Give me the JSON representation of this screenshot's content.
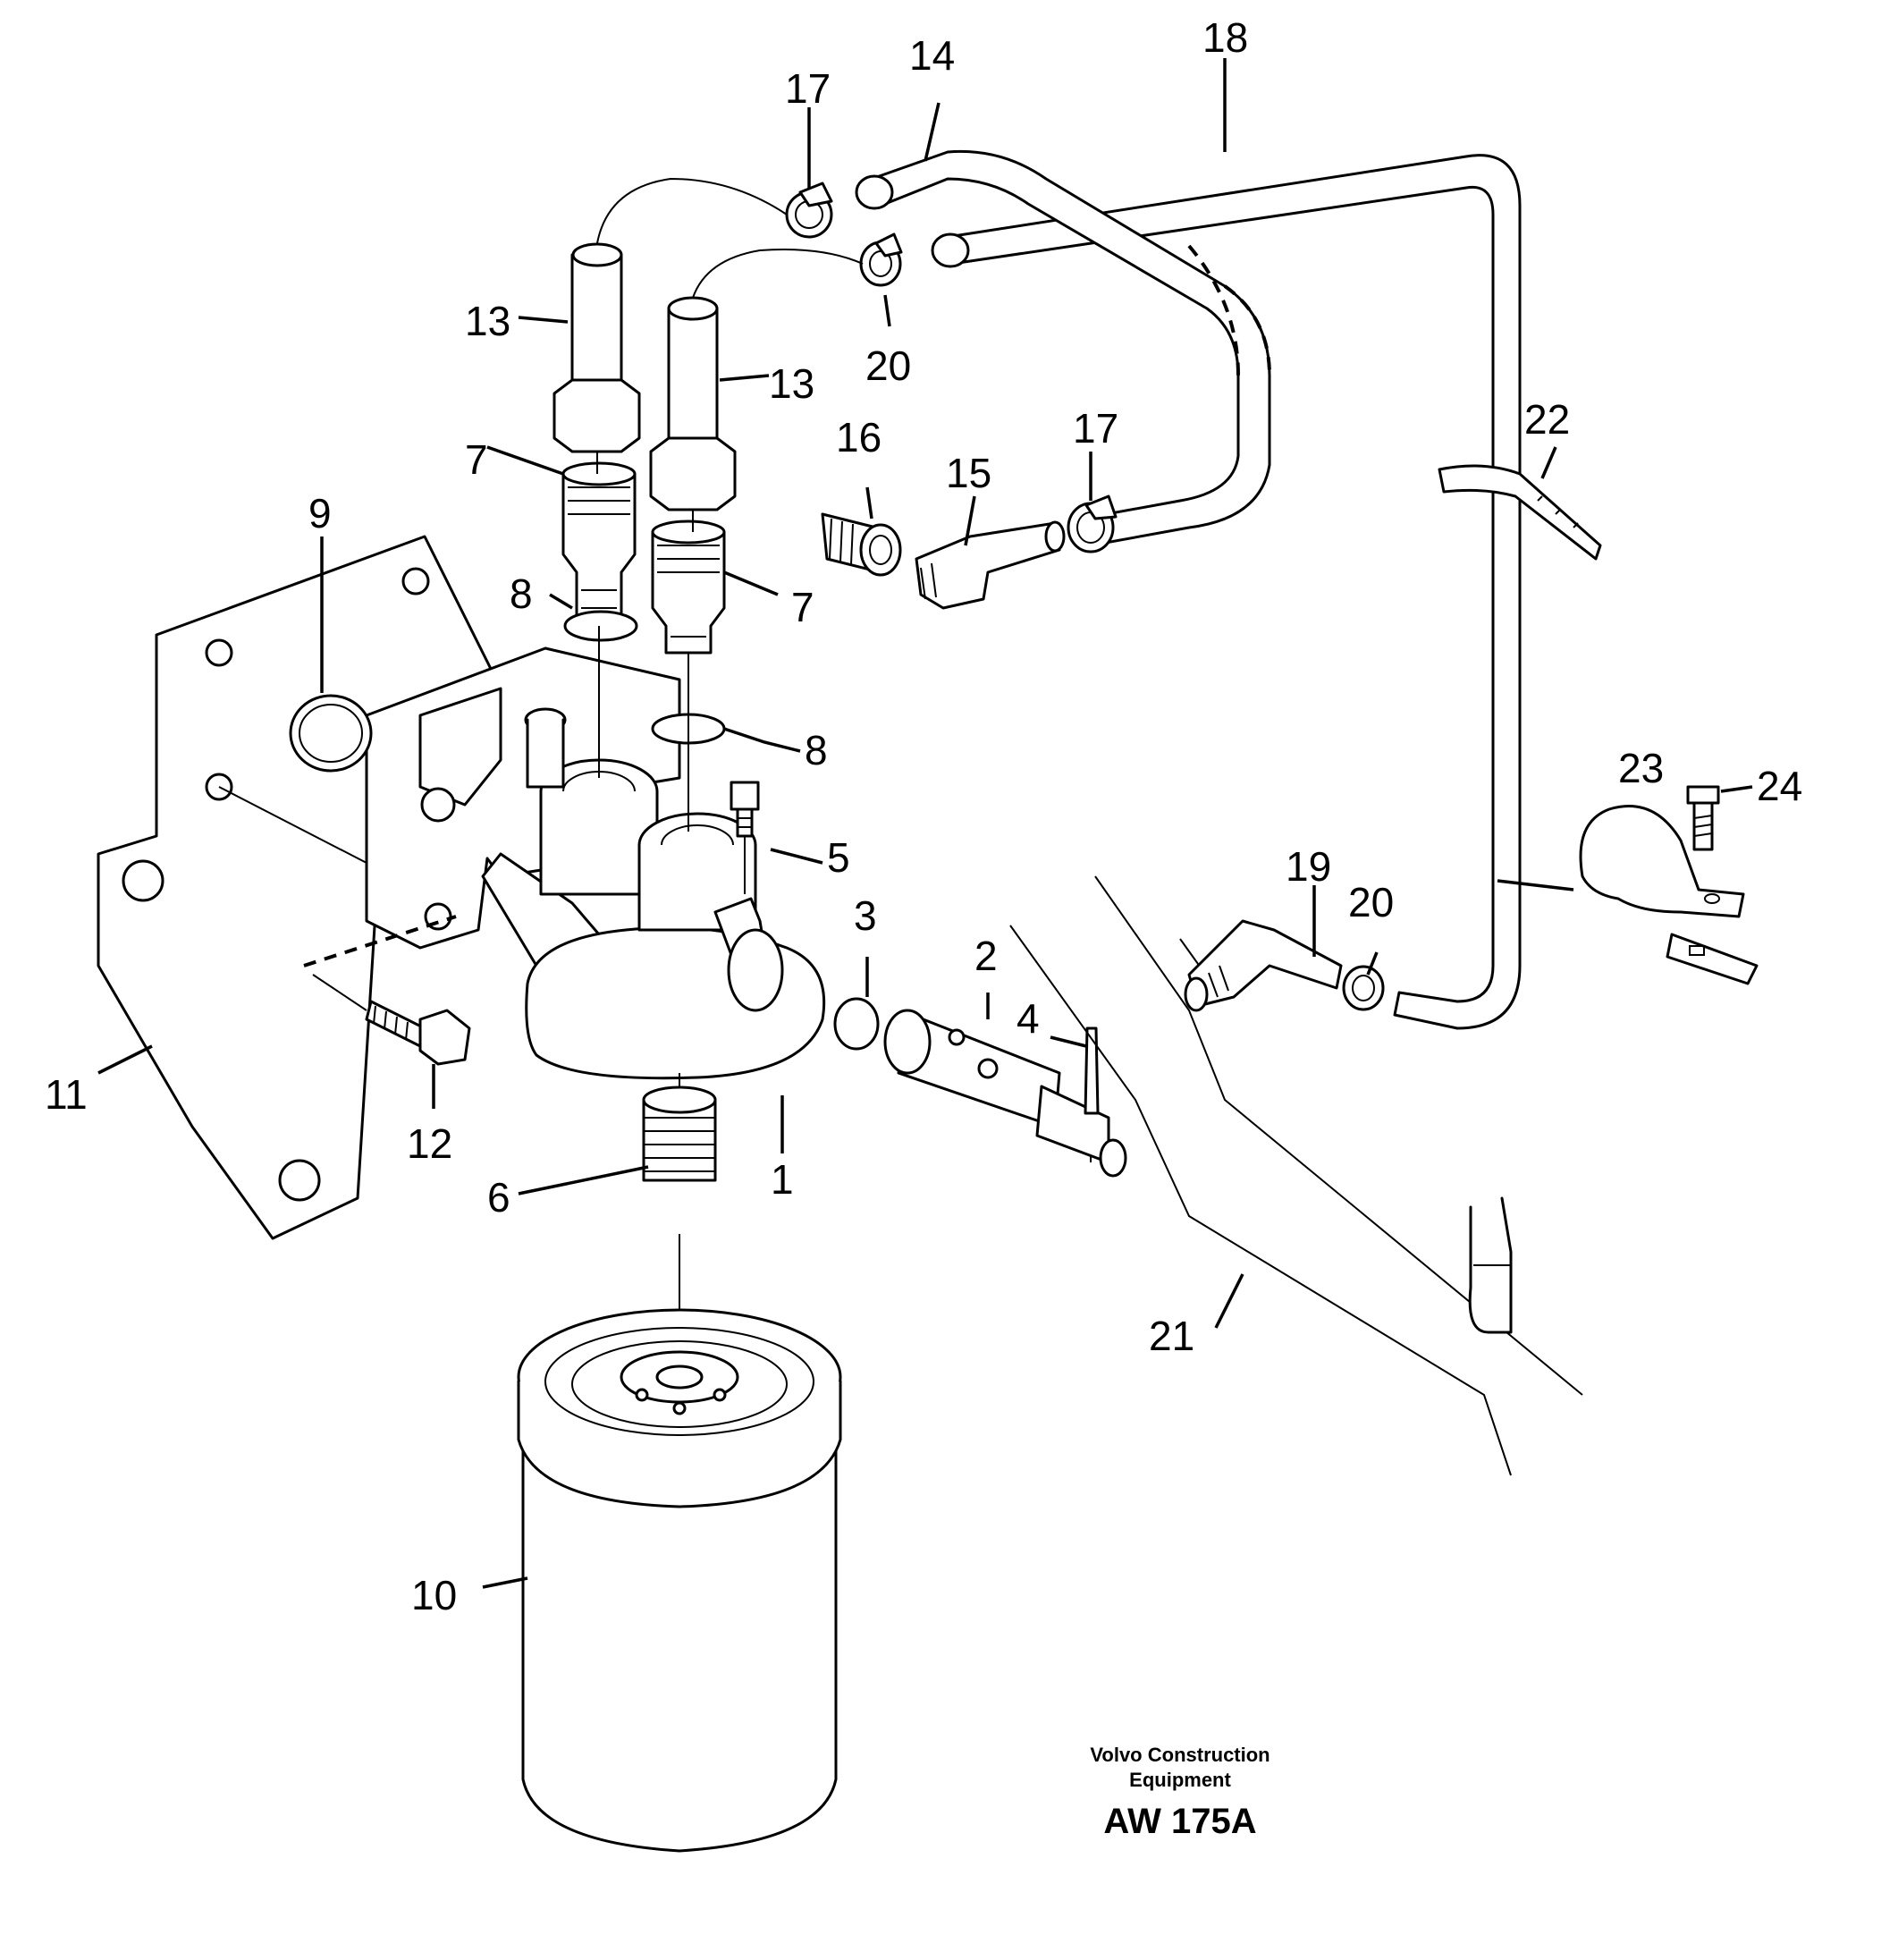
{
  "callouts": [
    {
      "id": "c1",
      "label": "1"
    },
    {
      "id": "c2",
      "label": "2"
    },
    {
      "id": "c3",
      "label": "3"
    },
    {
      "id": "c4",
      "label": "4"
    },
    {
      "id": "c5",
      "label": "5"
    },
    {
      "id": "c6",
      "label": "6"
    },
    {
      "id": "c7a",
      "label": "7"
    },
    {
      "id": "c7b",
      "label": "7"
    },
    {
      "id": "c8a",
      "label": "8"
    },
    {
      "id": "c8b",
      "label": "8"
    },
    {
      "id": "c9",
      "label": "9"
    },
    {
      "id": "c10",
      "label": "10"
    },
    {
      "id": "c11",
      "label": "11"
    },
    {
      "id": "c12",
      "label": "12"
    },
    {
      "id": "c13a",
      "label": "13"
    },
    {
      "id": "c13b",
      "label": "13"
    },
    {
      "id": "c14",
      "label": "14"
    },
    {
      "id": "c15",
      "label": "15"
    },
    {
      "id": "c16",
      "label": "16"
    },
    {
      "id": "c17a",
      "label": "17"
    },
    {
      "id": "c17b",
      "label": "17"
    },
    {
      "id": "c18",
      "label": "18"
    },
    {
      "id": "c19",
      "label": "19"
    },
    {
      "id": "c20a",
      "label": "20"
    },
    {
      "id": "c20b",
      "label": "20"
    },
    {
      "id": "c21",
      "label": "21"
    },
    {
      "id": "c22",
      "label": "22"
    },
    {
      "id": "c23",
      "label": "23"
    },
    {
      "id": "c24",
      "label": "24"
    }
  ],
  "footer": {
    "credit_line1": "Volvo Construction",
    "credit_line2": "Equipment",
    "drawing_code": "AW 175A"
  }
}
